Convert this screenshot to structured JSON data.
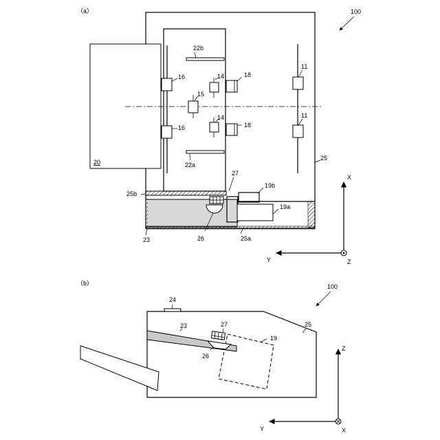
{
  "panel_a": {
    "label": "（a）",
    "ref_100": "100",
    "refs": {
      "r22b": "22b",
      "r14_top": "14",
      "r18_top": "18",
      "r11_top": "11",
      "r16_top": "16",
      "r15": "15",
      "r16_bot": "16",
      "r14_bot": "14",
      "r18_bot": "18",
      "r11_bot": "11",
      "r20": "20",
      "r22a": "22a",
      "r25": "25",
      "r27": "27",
      "r19b": "19b",
      "r25b": "25b",
      "r19a": "19a",
      "r23": "23",
      "r26": "26",
      "r25a": "25a"
    },
    "axes": {
      "x": "X",
      "y": "Y",
      "z": "Z"
    }
  },
  "panel_b": {
    "label": "（b）",
    "ref_100": "100",
    "refs": {
      "r24": "24",
      "r23": "23",
      "r27": "27",
      "r25": "25",
      "r19": "19",
      "r26": "26"
    },
    "axes": {
      "z": "Z",
      "y": "Y",
      "x": "X"
    }
  }
}
